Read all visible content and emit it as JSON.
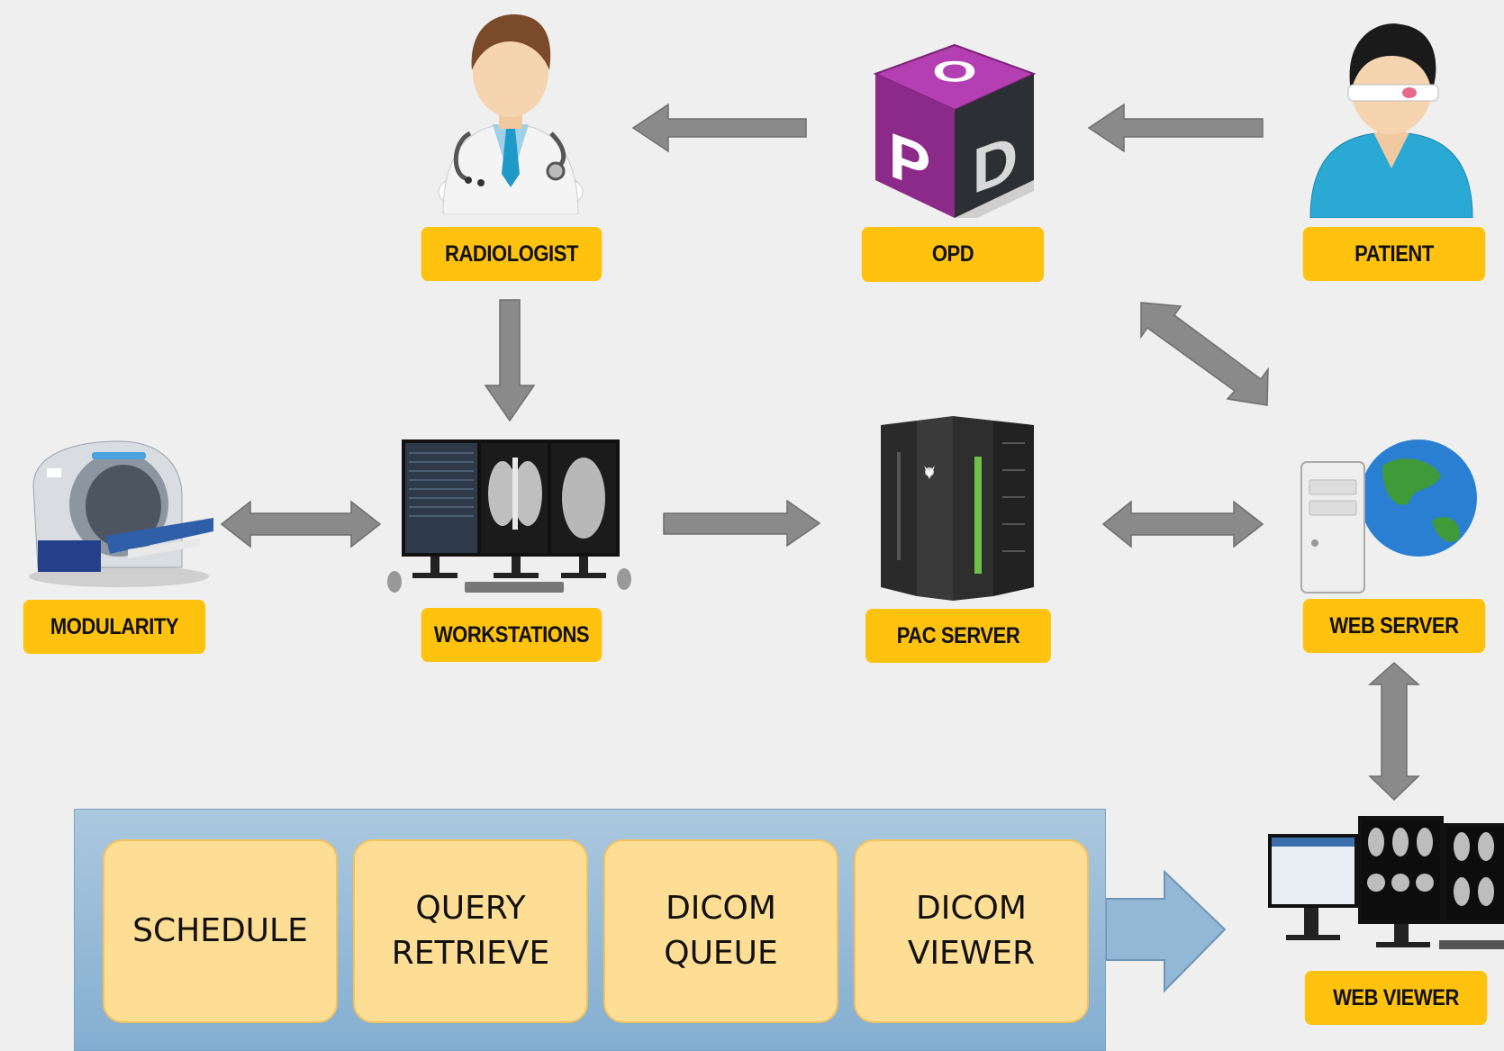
{
  "nodes": {
    "radiologist": "RADIOLOGIST",
    "opd": "OPD",
    "patient": "PATIENT",
    "modularity": "MODULARITY",
    "workstations": "WORKSTATIONS",
    "pac_server": "PAC SERVER",
    "web_server": "WEB SERVER",
    "web_viewer": "WEB VIEWER"
  },
  "opd_cube_letters": {
    "top": "O",
    "left": "P",
    "right": "D"
  },
  "modules": [
    "SCHEDULE",
    "QUERY\nRETRIEVE",
    "DICOM\nQUEUE",
    "DICOM\nVIEWER"
  ],
  "colors": {
    "label_bg": "#ffc20e",
    "arrow": "#8a8a8a",
    "panel": "#93b8d6",
    "module_bg": "#fedd94",
    "opd_purple": "#9d2f9a"
  },
  "icons": [
    "doctor-icon",
    "opd-cube-icon",
    "patient-icon",
    "ct-scanner-icon",
    "workstation-monitors-icon",
    "server-rack-icon",
    "web-server-globe-icon",
    "web-viewer-monitors-icon"
  ]
}
